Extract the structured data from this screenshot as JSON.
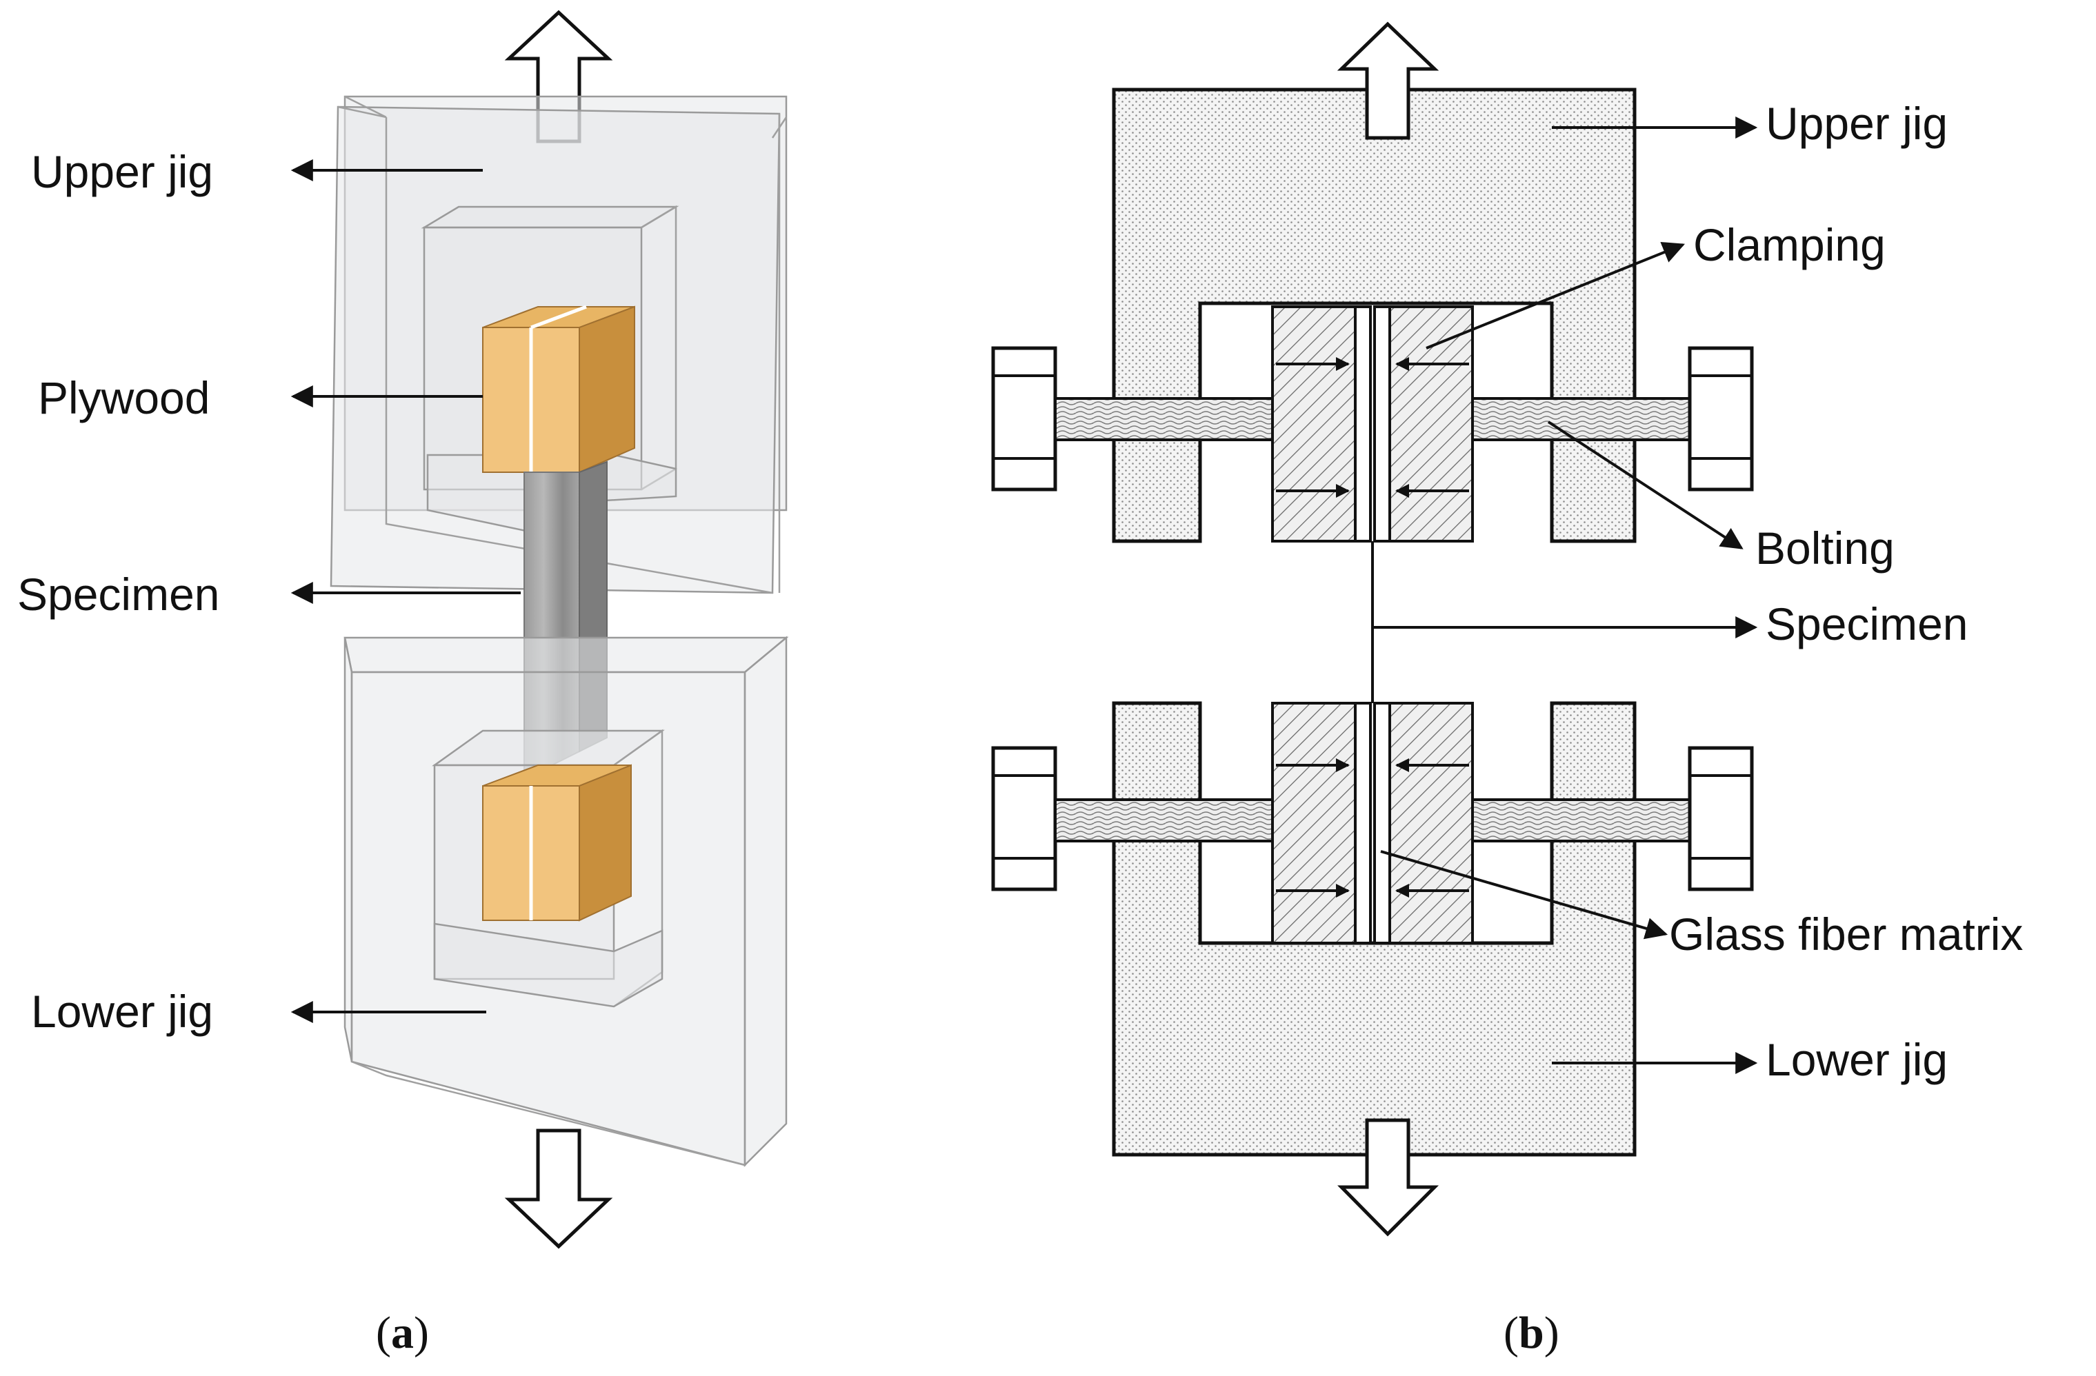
{
  "panel_a": {
    "labels": {
      "upper_jig": "Upper jig",
      "plywood": "Plywood",
      "specimen": "Specimen",
      "lower_jig": "Lower jig"
    },
    "caption": {
      "open": "(",
      "letter": "a",
      "close": ")"
    }
  },
  "panel_b": {
    "labels": {
      "upper_jig": "Upper jig",
      "clamping": "Clamping",
      "bolting": "Bolting",
      "specimen": "Specimen",
      "glass_fiber_matrix": "Glass fiber matrix",
      "lower_jig": "Lower jig"
    },
    "caption": {
      "open": "(",
      "letter": "b",
      "close": ")"
    }
  },
  "colors": {
    "plywood_light": "#f2c47e",
    "plywood_mid": "#e3aa55",
    "plywood_dark": "#c88f3d",
    "specimen_gray": "#8e8e8e",
    "jig_glass": "#e6e7ea",
    "line": "#111111"
  }
}
